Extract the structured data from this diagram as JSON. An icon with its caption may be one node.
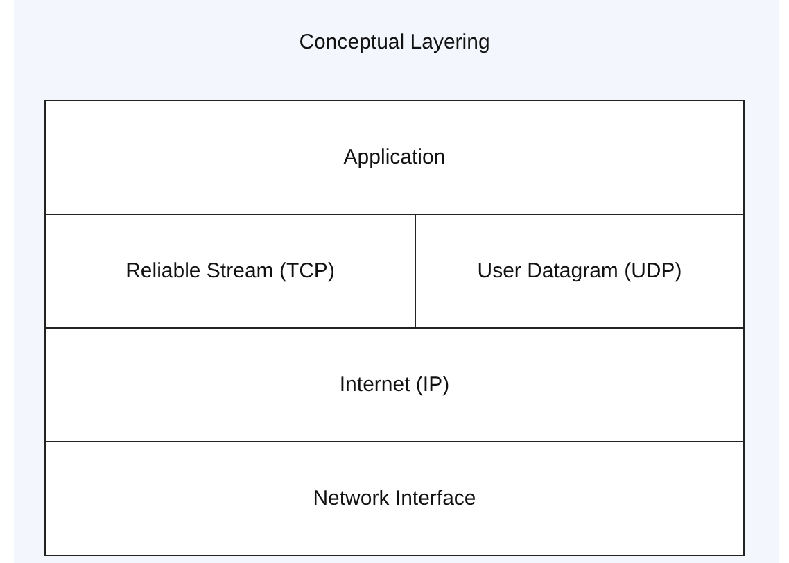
{
  "diagram": {
    "title": "Conceptual Layering",
    "nodes": [
      {
        "text": [
          "Application"
        ]
      },
      {
        "text": [
          "Reliable Stream (TCP)"
        ]
      },
      {
        "text": [
          "User Datagram (UDP)"
        ]
      },
      {
        "text": [
          "Internet (IP)"
        ]
      },
      {
        "text": [
          "Network Interface"
        ]
      }
    ]
  }
}
